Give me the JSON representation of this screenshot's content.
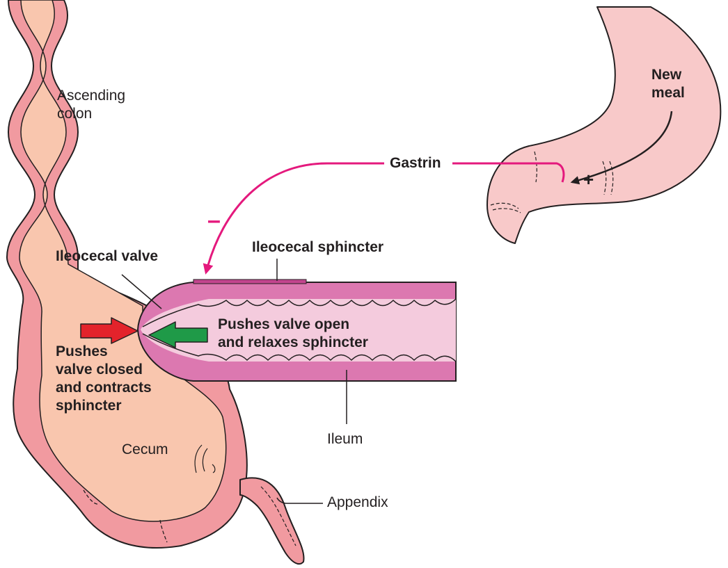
{
  "labels": {
    "ascending_colon": [
      "Ascending",
      "colon"
    ],
    "new_meal": [
      "New",
      "meal"
    ],
    "gastrin": "Gastrin",
    "ileocecal_sphincter": "Ileocecal sphincter",
    "ileocecal_valve": "Ileocecal valve",
    "pushes_open": [
      "Pushes valve open",
      "and relaxes sphincter"
    ],
    "pushes_closed": [
      "Pushes",
      "valve closed",
      "and contracts",
      "sphincter"
    ],
    "cecum": "Cecum",
    "ileum": "Ileum",
    "appendix": "Appendix"
  },
  "symbols": {
    "inhibit": "–",
    "stimulate": "+"
  },
  "colors": {
    "colon_wall": "#f19aa0",
    "colon_lumen": "#f9c6ae",
    "stomach": "#f8c9c9",
    "ileum_wall": "#dc78b0",
    "ileum_lumen": "#f4cbdd",
    "gastrin_pathway": "#e4197d",
    "arrow_red": "#e3232b",
    "arrow_green": "#1f9a48",
    "outline": "#231f20"
  }
}
